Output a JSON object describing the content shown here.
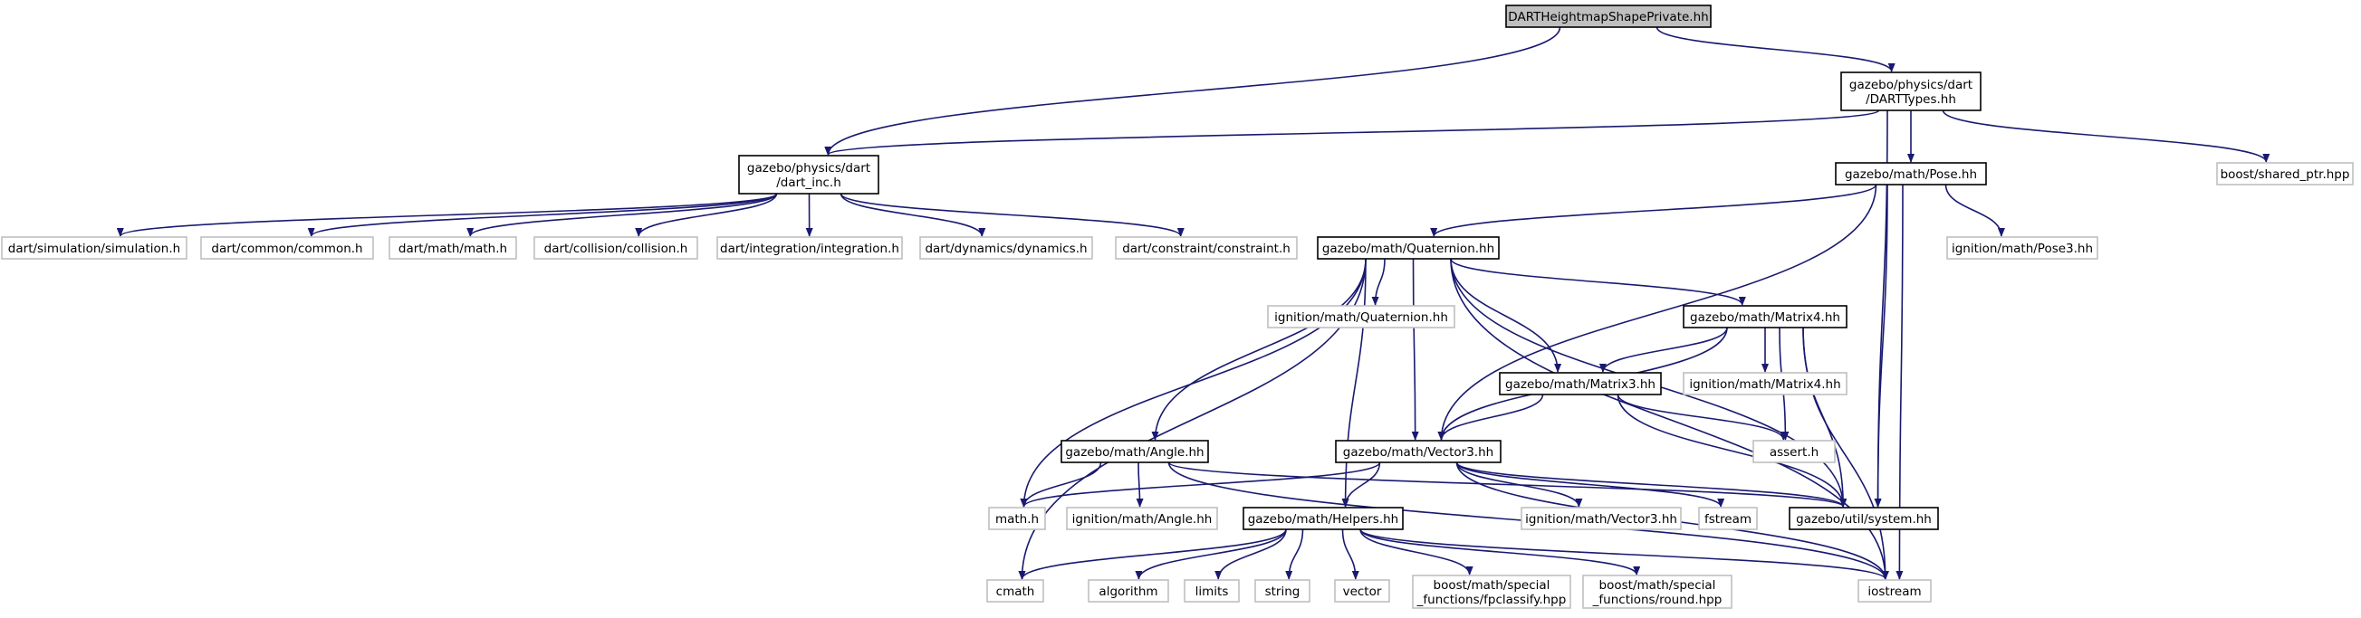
{
  "colors": {
    "edge": "#191970",
    "node_border": "#000000",
    "external_border": "#bfbfbf",
    "root_fill": "#bfbfbf",
    "node_fill": "#ffffff"
  },
  "nodes": [
    {
      "id": "root",
      "kind": "root",
      "lines": [
        "DARTHeightmapShapePrivate.hh"
      ]
    },
    {
      "id": "darttypes",
      "kind": "documented",
      "lines": [
        "gazebo/physics/dart",
        "/DARTTypes.hh"
      ]
    },
    {
      "id": "dartinc",
      "kind": "documented",
      "lines": [
        "gazebo/physics/dart",
        "/dart_inc.h"
      ]
    },
    {
      "id": "shared_ptr",
      "kind": "external",
      "lines": [
        "boost/shared_ptr.hpp"
      ]
    },
    {
      "id": "pose",
      "kind": "documented",
      "lines": [
        "gazebo/math/Pose.hh"
      ]
    },
    {
      "id": "simulation",
      "kind": "external",
      "lines": [
        "dart/simulation/simulation.h"
      ]
    },
    {
      "id": "common",
      "kind": "external",
      "lines": [
        "dart/common/common.h"
      ]
    },
    {
      "id": "mathh_dart",
      "kind": "external",
      "lines": [
        "dart/math/math.h"
      ]
    },
    {
      "id": "collision",
      "kind": "external",
      "lines": [
        "dart/collision/collision.h"
      ]
    },
    {
      "id": "integration",
      "kind": "external",
      "lines": [
        "dart/integration/integration.h"
      ]
    },
    {
      "id": "dynamics",
      "kind": "external",
      "lines": [
        "dart/dynamics/dynamics.h"
      ]
    },
    {
      "id": "constraint",
      "kind": "external",
      "lines": [
        "dart/constraint/constraint.h"
      ]
    },
    {
      "id": "quaternion",
      "kind": "documented",
      "lines": [
        "gazebo/math/Quaternion.hh"
      ]
    },
    {
      "id": "pose3",
      "kind": "external",
      "lines": [
        "ignition/math/Pose3.hh"
      ]
    },
    {
      "id": "ign_quat",
      "kind": "external",
      "lines": [
        "ignition/math/Quaternion.hh"
      ]
    },
    {
      "id": "matrix4",
      "kind": "documented",
      "lines": [
        "gazebo/math/Matrix4.hh"
      ]
    },
    {
      "id": "matrix3",
      "kind": "documented",
      "lines": [
        "gazebo/math/Matrix3.hh"
      ]
    },
    {
      "id": "ign_matrix4",
      "kind": "external",
      "lines": [
        "ignition/math/Matrix4.hh"
      ]
    },
    {
      "id": "angle",
      "kind": "documented",
      "lines": [
        "gazebo/math/Angle.hh"
      ]
    },
    {
      "id": "vector3",
      "kind": "documented",
      "lines": [
        "gazebo/math/Vector3.hh"
      ]
    },
    {
      "id": "asserth",
      "kind": "external",
      "lines": [
        "assert.h"
      ]
    },
    {
      "id": "mathh",
      "kind": "external",
      "lines": [
        "math.h"
      ]
    },
    {
      "id": "ign_angle",
      "kind": "external",
      "lines": [
        "ignition/math/Angle.hh"
      ]
    },
    {
      "id": "helpers",
      "kind": "documented",
      "lines": [
        "gazebo/math/Helpers.hh"
      ]
    },
    {
      "id": "ign_vector3",
      "kind": "external",
      "lines": [
        "ignition/math/Vector3.hh"
      ]
    },
    {
      "id": "fstream",
      "kind": "external",
      "lines": [
        "fstream"
      ]
    },
    {
      "id": "system",
      "kind": "documented",
      "lines": [
        "gazebo/util/system.hh"
      ]
    },
    {
      "id": "cmath",
      "kind": "external",
      "lines": [
        "cmath"
      ]
    },
    {
      "id": "algorithm",
      "kind": "external",
      "lines": [
        "algorithm"
      ]
    },
    {
      "id": "limits",
      "kind": "external",
      "lines": [
        "limits"
      ]
    },
    {
      "id": "string",
      "kind": "external",
      "lines": [
        "string"
      ]
    },
    {
      "id": "vector",
      "kind": "external",
      "lines": [
        "vector"
      ]
    },
    {
      "id": "fpclassify",
      "kind": "external",
      "lines": [
        "boost/math/special",
        "_functions/fpclassify.hpp"
      ]
    },
    {
      "id": "round",
      "kind": "external",
      "lines": [
        "boost/math/special",
        "_functions/round.hpp"
      ]
    },
    {
      "id": "iostream",
      "kind": "external",
      "lines": [
        "iostream"
      ]
    }
  ],
  "edges": [
    [
      "root",
      "dartinc"
    ],
    [
      "root",
      "darttypes"
    ],
    [
      "darttypes",
      "dartinc"
    ],
    [
      "darttypes",
      "pose"
    ],
    [
      "darttypes",
      "system"
    ],
    [
      "darttypes",
      "shared_ptr"
    ],
    [
      "dartinc",
      "simulation"
    ],
    [
      "dartinc",
      "common"
    ],
    [
      "dartinc",
      "mathh_dart"
    ],
    [
      "dartinc",
      "collision"
    ],
    [
      "dartinc",
      "integration"
    ],
    [
      "dartinc",
      "dynamics"
    ],
    [
      "dartinc",
      "constraint"
    ],
    [
      "pose",
      "quaternion"
    ],
    [
      "pose",
      "vector3"
    ],
    [
      "pose",
      "pose3"
    ],
    [
      "pose",
      "system"
    ],
    [
      "pose",
      "iostream"
    ],
    [
      "quaternion",
      "ign_quat"
    ],
    [
      "quaternion",
      "matrix4"
    ],
    [
      "quaternion",
      "matrix3"
    ],
    [
      "quaternion",
      "angle"
    ],
    [
      "quaternion",
      "vector3"
    ],
    [
      "quaternion",
      "helpers"
    ],
    [
      "quaternion",
      "mathh"
    ],
    [
      "quaternion",
      "cmath"
    ],
    [
      "quaternion",
      "system"
    ],
    [
      "quaternion",
      "iostream"
    ],
    [
      "matrix4",
      "ign_matrix4"
    ],
    [
      "matrix4",
      "matrix3"
    ],
    [
      "matrix4",
      "vector3"
    ],
    [
      "matrix4",
      "asserth"
    ],
    [
      "matrix4",
      "system"
    ],
    [
      "matrix4",
      "iostream"
    ],
    [
      "matrix3",
      "vector3"
    ],
    [
      "matrix3",
      "asserth"
    ],
    [
      "matrix3",
      "system"
    ],
    [
      "angle",
      "mathh"
    ],
    [
      "angle",
      "ign_angle"
    ],
    [
      "angle",
      "system"
    ],
    [
      "angle",
      "iostream"
    ],
    [
      "vector3",
      "mathh"
    ],
    [
      "vector3",
      "helpers"
    ],
    [
      "vector3",
      "ign_vector3"
    ],
    [
      "vector3",
      "fstream"
    ],
    [
      "vector3",
      "system"
    ],
    [
      "vector3",
      "iostream"
    ],
    [
      "helpers",
      "cmath"
    ],
    [
      "helpers",
      "algorithm"
    ],
    [
      "helpers",
      "limits"
    ],
    [
      "helpers",
      "string"
    ],
    [
      "helpers",
      "vector"
    ],
    [
      "helpers",
      "fpclassify"
    ],
    [
      "helpers",
      "round"
    ],
    [
      "helpers",
      "iostream"
    ]
  ]
}
